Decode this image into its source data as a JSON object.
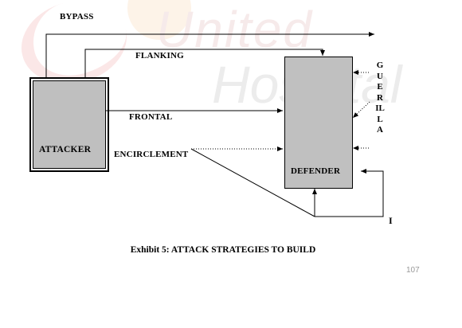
{
  "watermark": {
    "line1": "United",
    "line2": "Hospital"
  },
  "diagram": {
    "bypass_label": "BYPASS",
    "flanking_label": "FLANKING",
    "frontal_label": "FRONTAL",
    "encirclement_label": "ENCIRCLEMENT",
    "attacker_label": "ATTACKER",
    "defender_label": "DEFENDER",
    "guerilla_label": "GUERILLA",
    "marker_label": "I"
  },
  "caption": "Exhibit 5: ATTACK STRATEGIES TO BUILD",
  "page_number": "107"
}
